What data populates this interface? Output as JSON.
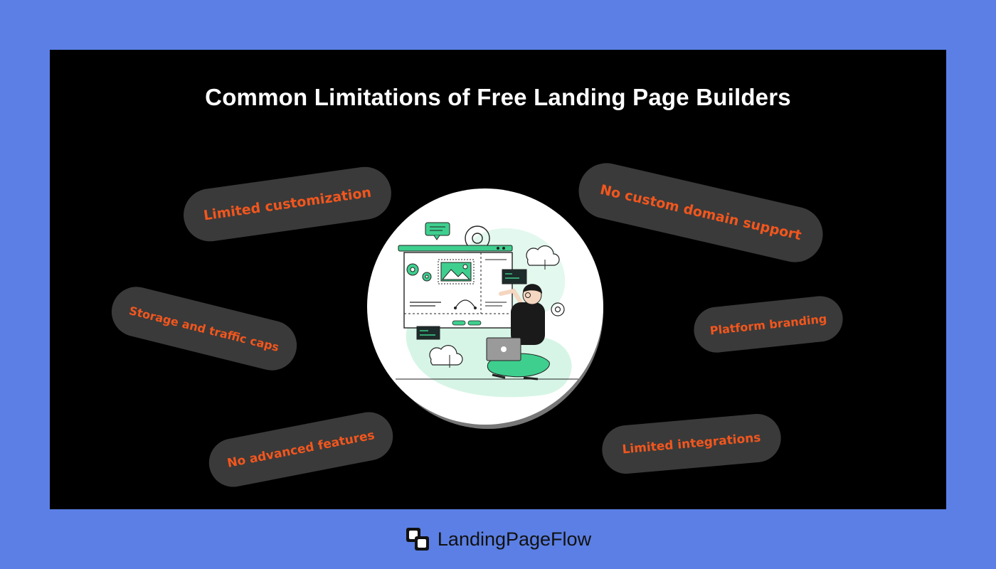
{
  "title": "Common Limitations of Free Landing Page Builders",
  "limitations": [
    {
      "label": "Limited customization"
    },
    {
      "label": "No custom domain support"
    },
    {
      "label": "Storage and traffic caps"
    },
    {
      "label": "Platform branding"
    },
    {
      "label": "No advanced features"
    },
    {
      "label": "Limited integrations"
    }
  ],
  "brand": {
    "name": "LandingPageFlow",
    "icon": "landingpageflow-logo-icon"
  },
  "colors": {
    "background": "#5b7fe4",
    "panel": "#000000",
    "pill": "#3a3a3a",
    "pill_text": "#f2561d",
    "accent_green": "#3ecf8e"
  }
}
